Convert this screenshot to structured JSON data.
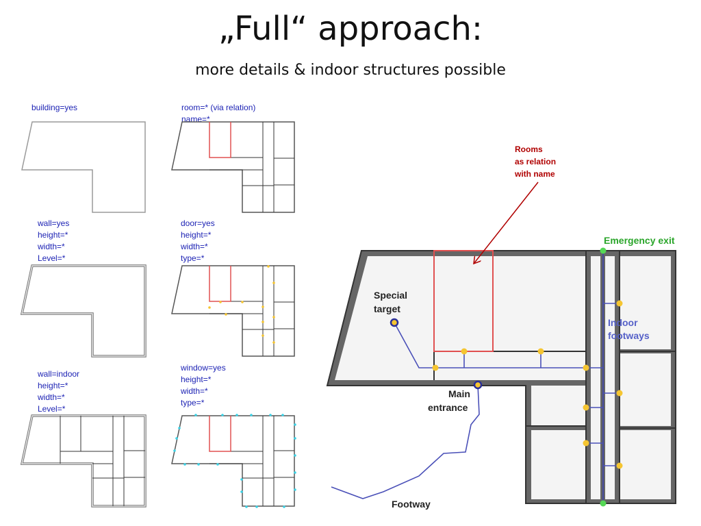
{
  "slide": {
    "title": "„Full“ approach:",
    "subtitle": "more details & indoor structures possible"
  },
  "panels": {
    "building": {
      "tag": "building=yes"
    },
    "room": {
      "tag": "room=* (via relation)\nname=*"
    },
    "wall": {
      "tag": "wall=yes\nheight=*\nwidth=*\nLevel=*"
    },
    "door": {
      "tag": "door=yes\nheight=*\nwidth=*\ntype=*"
    },
    "wall_indoor": {
      "tag": "wall=indoor\nheight=*\nwidth=*\nLevel=*"
    },
    "window": {
      "tag": "window=yes\nheight=*\nwidth=*\ntype=*"
    }
  },
  "big_diagram": {
    "rooms_note_line1": "Rooms",
    "rooms_note_line2": "as relation",
    "rooms_note_line3": "with name",
    "emergency_exit": "Emergency exit",
    "indoor_footways_line1": "Indoor",
    "indoor_footways_line2": "footways",
    "special_target_line1": "Special",
    "special_target_line2": "target",
    "main_entrance_line1": "Main",
    "main_entrance_line2": "entrance",
    "footway": "Footway"
  },
  "colors": {
    "text_blue": "#1c22b4",
    "room_red": "#e05050",
    "door_yellow": "#f5c531",
    "window_cyan": "#3cd2e6",
    "exit_green": "#55d855",
    "footway_blue": "#4a50b8",
    "annotation_red": "#b00000"
  }
}
